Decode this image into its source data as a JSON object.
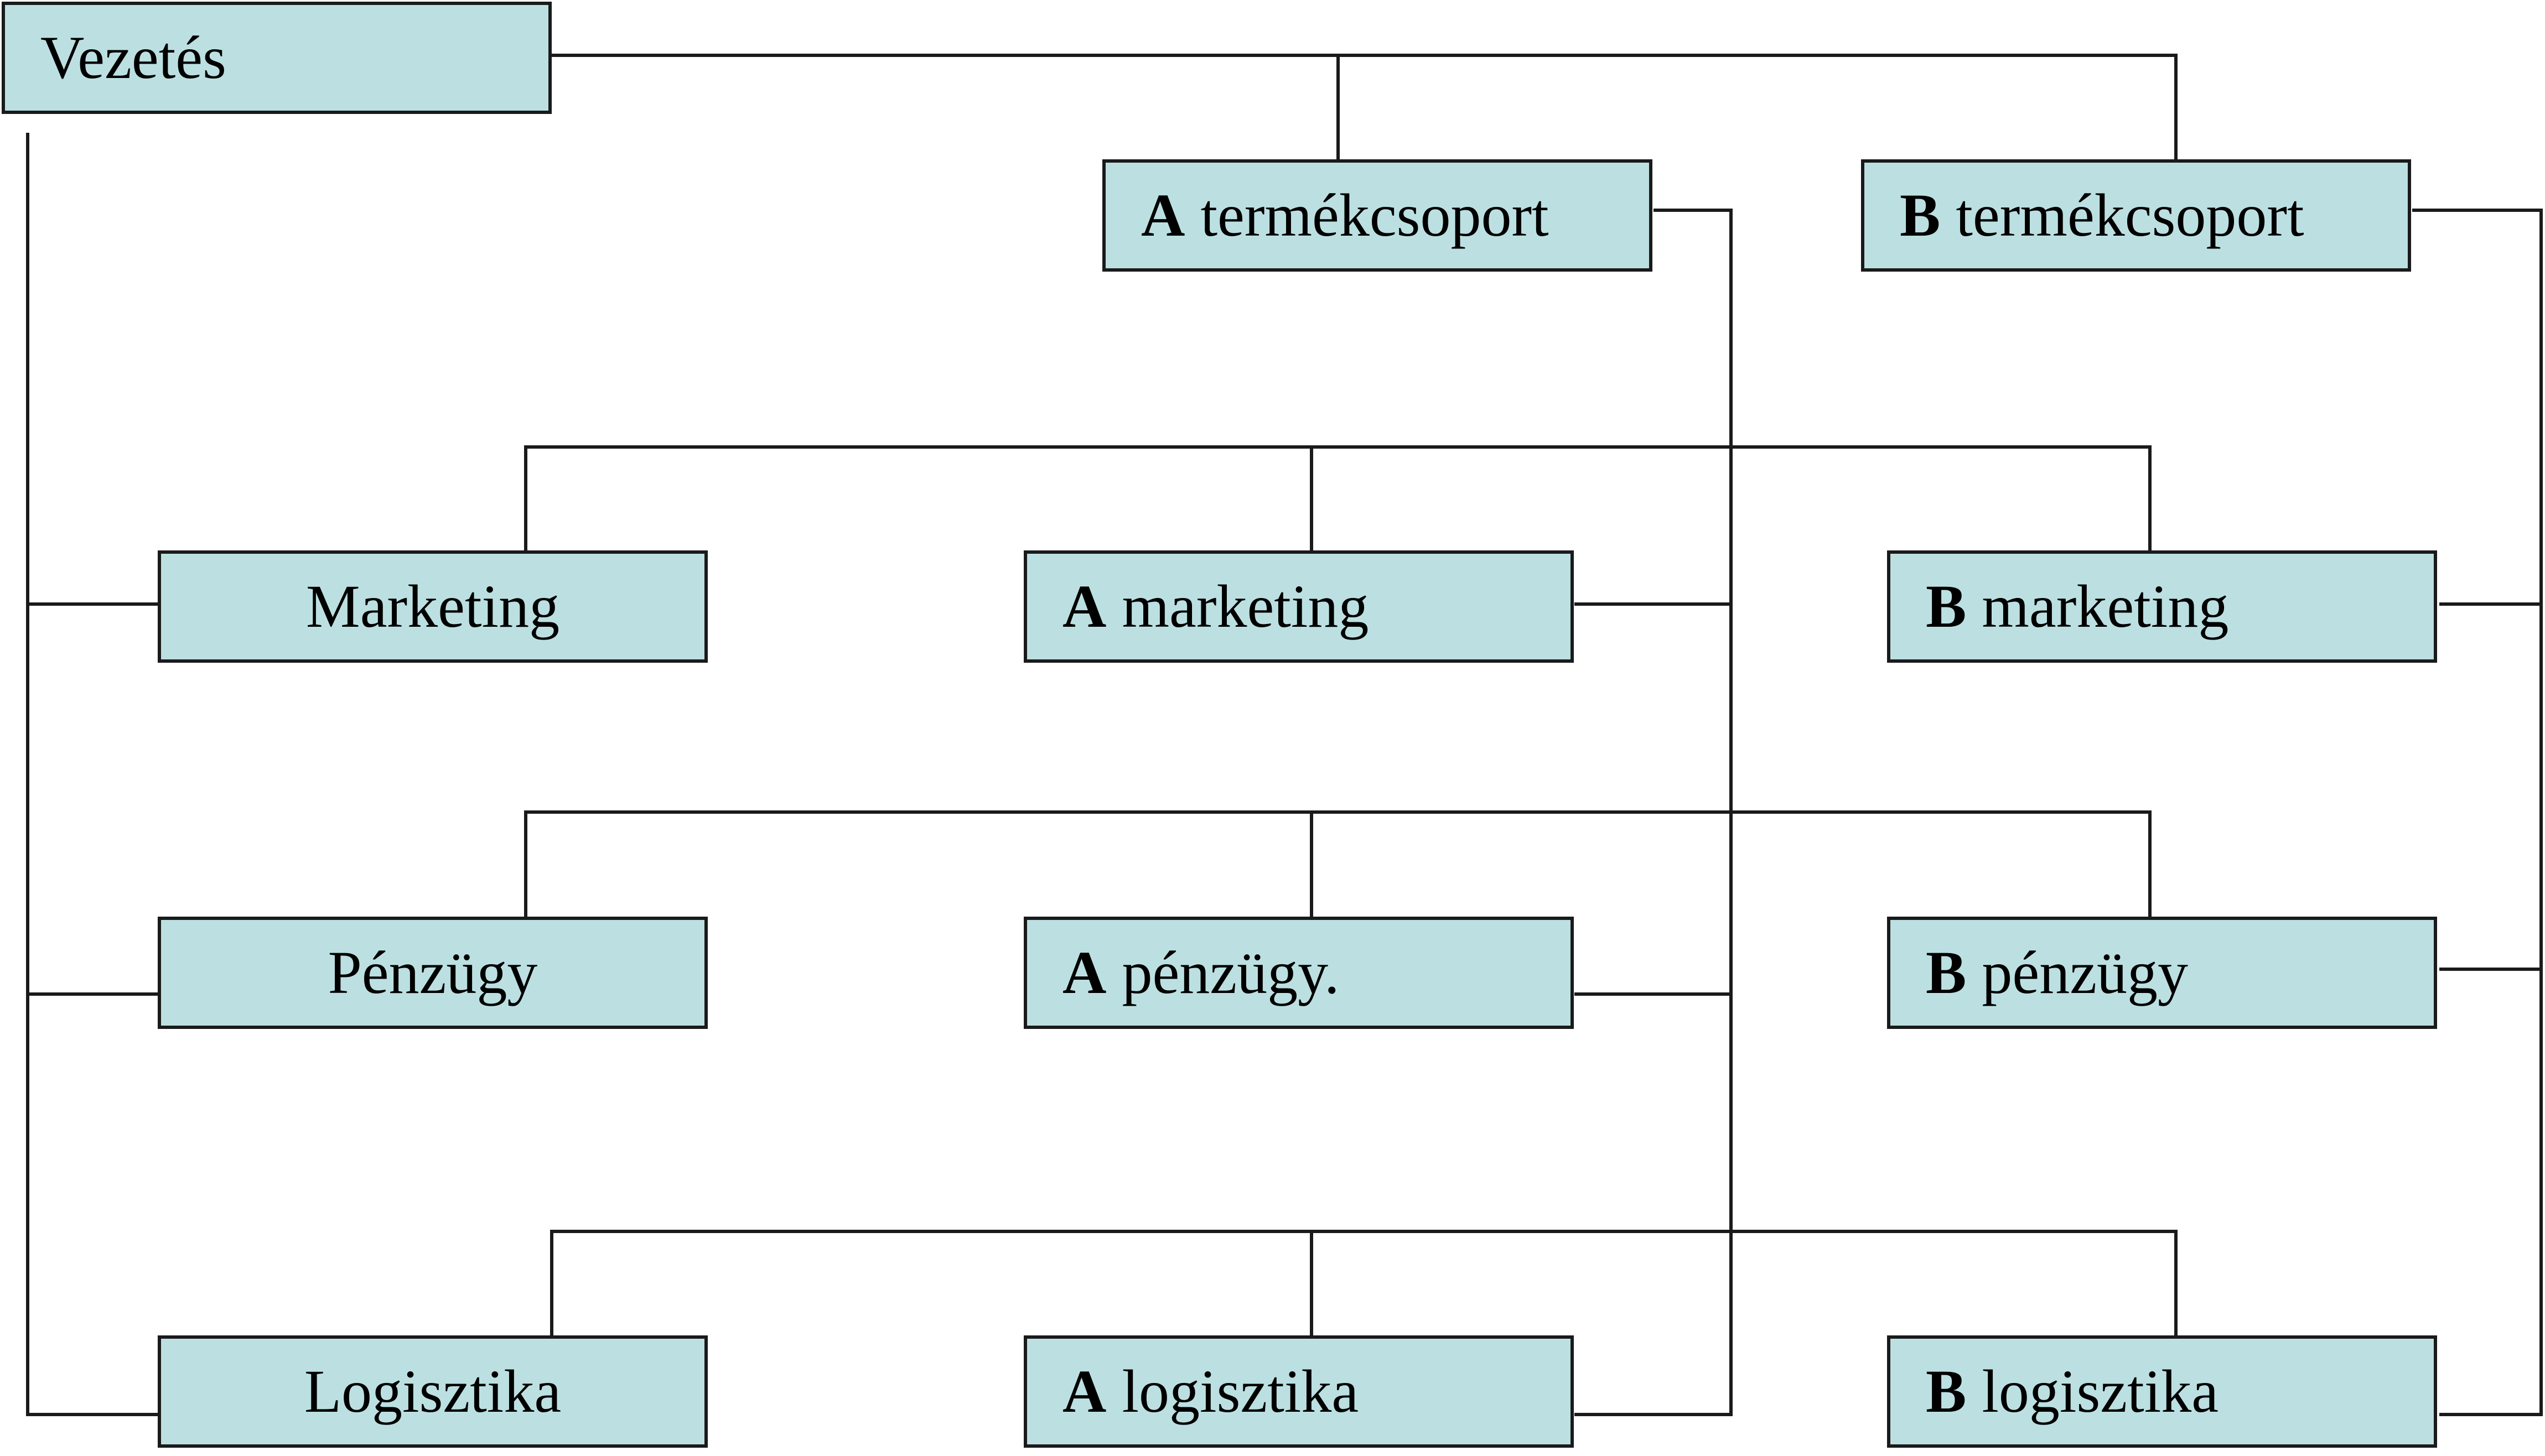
{
  "colors": {
    "box_fill": "#bce0e2",
    "line": "#1a1a1a",
    "background": "#ffffff"
  },
  "boxes": {
    "vezetes": {
      "prefix": "",
      "label": "Vezetés"
    },
    "a_termek": {
      "prefix": "A",
      "label": "termékcsoport"
    },
    "b_termek": {
      "prefix": "B",
      "label": "termékcsoport"
    },
    "marketing": {
      "prefix": "",
      "label": "Marketing"
    },
    "a_marketing": {
      "prefix": "A",
      "label": "marketing"
    },
    "b_marketing": {
      "prefix": "B",
      "label": "marketing"
    },
    "penzugy": {
      "prefix": "",
      "label": "Pénzügy"
    },
    "a_penzugy": {
      "prefix": "A",
      "label": "pénzügy."
    },
    "b_penzugy": {
      "prefix": "B",
      "label": "pénzügy"
    },
    "logisztika": {
      "prefix": "",
      "label": "Logisztika"
    },
    "a_logisztika": {
      "prefix": "A",
      "label": "logisztika"
    },
    "b_logisztika": {
      "prefix": "B",
      "label": "logisztika"
    }
  }
}
